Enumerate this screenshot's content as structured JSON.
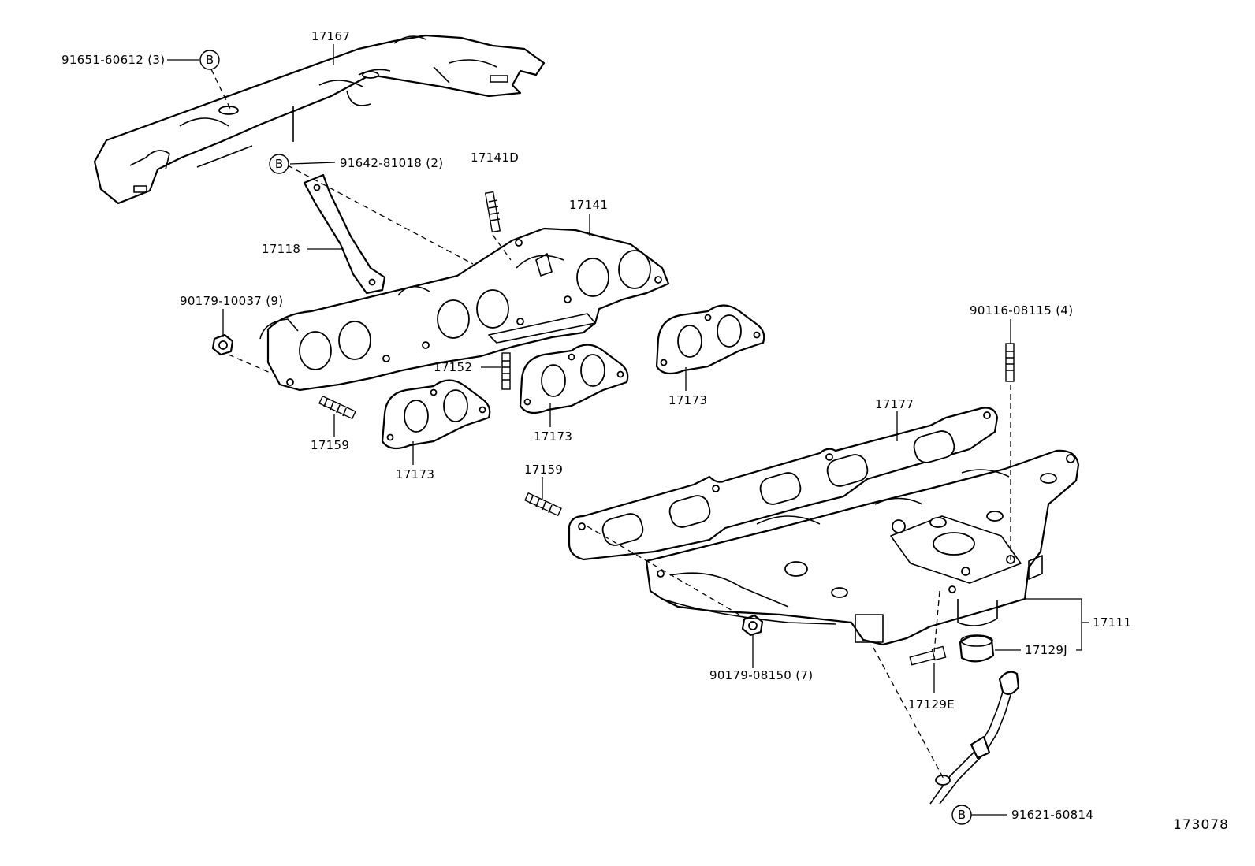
{
  "figure_number": "173078",
  "callout_letter": "B",
  "labels": {
    "p17167": "17167",
    "p91651": "91651-60612 (3)",
    "p91642": "91642-81018 (2)",
    "p17141D": "17141D",
    "p17141": "17141",
    "p17118": "17118",
    "p90179_10037": "90179-10037 (9)",
    "p17152": "17152",
    "p17173a": "17173",
    "p17173b": "17173",
    "p17173c": "17173",
    "p17159a": "17159",
    "p17159b": "17159",
    "p90116": "90116-08115 (4)",
    "p17177": "17177",
    "p17111": "17111",
    "p17129J": "17129J",
    "p17129E": "17129E",
    "p90179_08150": "90179-08150 (7)",
    "p91621": "91621-60814"
  }
}
